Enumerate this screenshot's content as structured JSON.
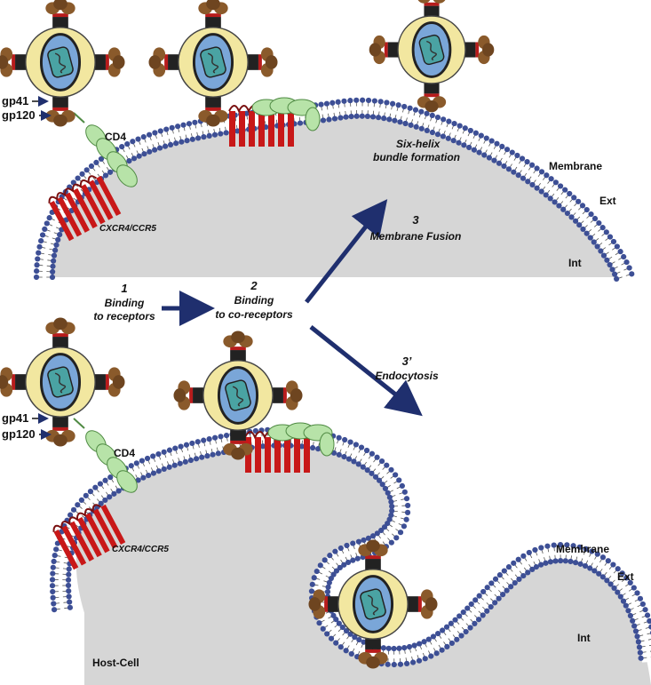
{
  "labels": {
    "gp41": "gp41",
    "gp120": "gp120",
    "cd4": "CD4",
    "coreceptor": "CXCR4/CCR5",
    "six_helix_1": "Six-helix",
    "six_helix_2": "bundle formation",
    "membrane": "Membrane",
    "ext": "Ext",
    "int": "Int",
    "host_cell": "Host-Cell"
  },
  "steps": [
    {
      "number": "1",
      "line1": "Binding",
      "line2": "to receptors"
    },
    {
      "number": "2",
      "line1": "Binding",
      "line2": "to co-receptors"
    },
    {
      "number": "3",
      "line1": "Membrane Fusion",
      "line2": ""
    },
    {
      "number": "3’",
      "line1": "Endocytosis",
      "line2": ""
    }
  ],
  "colors": {
    "cytoplasm": "#d6d6d6",
    "lipid_head": "#3d4f95",
    "virion_envelope": "#f2e7a0",
    "capsid": "#7aa6d8",
    "core": "#4aa3a3",
    "gp120": "#8a5a2b",
    "gp41": "#b81c1c",
    "cd4": "#b7e3a8",
    "coreceptor": "#c81818",
    "arrow": "#1f2f6e"
  }
}
